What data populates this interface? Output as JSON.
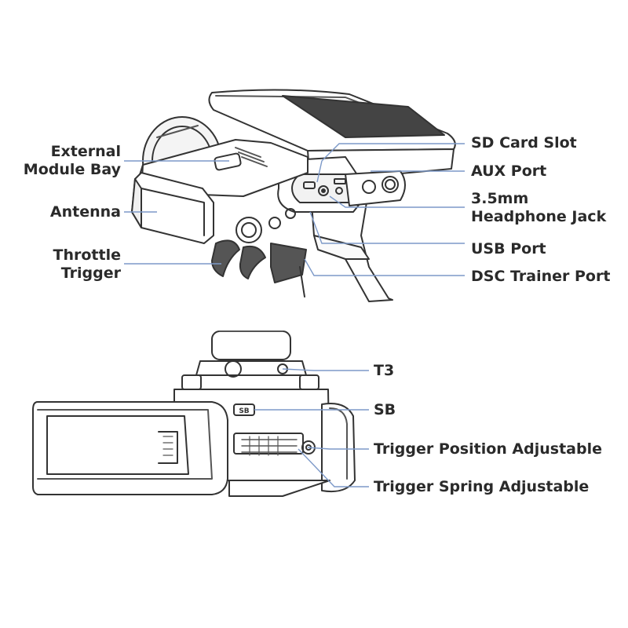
{
  "colors": {
    "leader": "#7d99c8",
    "outline": "#333333",
    "fill_dark": "#555555",
    "fill_light": "#f4f4f4"
  },
  "top_view": {
    "callouts_left": [
      {
        "id": "external-module-bay",
        "lines": [
          "External",
          "Module Bay"
        ]
      },
      {
        "id": "antenna",
        "lines": [
          "Antenna"
        ]
      },
      {
        "id": "throttle-trigger",
        "lines": [
          "Throttle",
          "Trigger"
        ]
      }
    ],
    "callouts_right": [
      {
        "id": "sd-card-slot",
        "lines": [
          "SD Card Slot"
        ]
      },
      {
        "id": "aux-port",
        "lines": [
          "AUX Port"
        ]
      },
      {
        "id": "headphone-jack",
        "lines": [
          "3.5mm",
          "Headphone Jack"
        ]
      },
      {
        "id": "usb-port",
        "lines": [
          "USB Port"
        ]
      },
      {
        "id": "dsc-trainer-port",
        "lines": [
          "DSC Trainer Port"
        ]
      }
    ]
  },
  "bottom_view": {
    "sb_badge": "SB",
    "callouts_right": [
      {
        "id": "t3",
        "lines": [
          "T3"
        ]
      },
      {
        "id": "sb",
        "lines": [
          "SB"
        ]
      },
      {
        "id": "trigger-position-adjustable",
        "lines": [
          "Trigger Position Adjustable"
        ]
      },
      {
        "id": "trigger-spring-adjustable",
        "lines": [
          "Trigger Spring Adjustable"
        ]
      }
    ]
  }
}
